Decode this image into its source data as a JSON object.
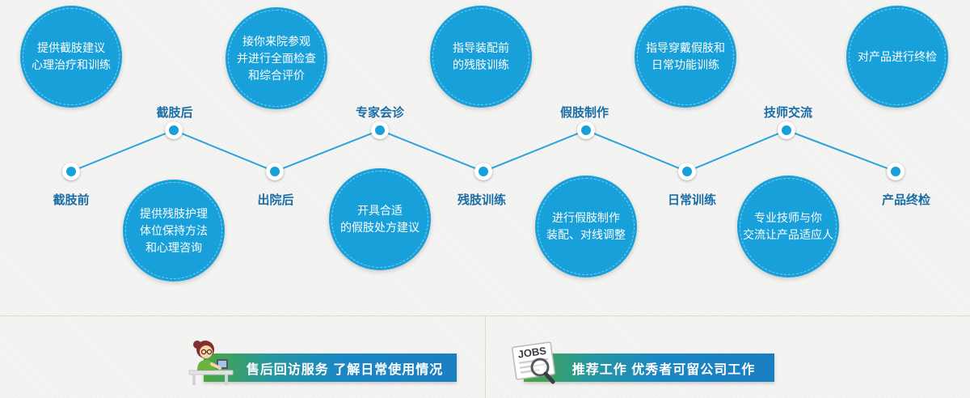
{
  "palette": {
    "bubble_blue": "#17a0da",
    "line_blue": "#2aa3db",
    "label_blue": "#1a6da6",
    "banner_green": "#4ca63e",
    "banner_blue": "#1a7fc1",
    "background": "#f4f4f2"
  },
  "stages": [
    {
      "label": "截肢前",
      "bubble_lines": [
        "提供截肢建议",
        "心理治疗和训练"
      ]
    },
    {
      "label": "截肢后",
      "bubble_lines": [
        "提供残肢护理",
        "体位保持方法",
        "和心理咨询"
      ]
    },
    {
      "label": "出院后",
      "bubble_lines": [
        "接你来院参观",
        "并进行全面检查",
        "和综合评价"
      ]
    },
    {
      "label": "专家会诊",
      "bubble_lines": [
        "开具合适",
        "的假肢处方建议"
      ]
    },
    {
      "label": "残肢训练",
      "bubble_lines": [
        "指导装配前",
        "的残肢训练"
      ]
    },
    {
      "label": "假肢制作",
      "bubble_lines": [
        "进行假肢制作",
        "装配、对线调整"
      ]
    },
    {
      "label": "日常训练",
      "bubble_lines": [
        "指导穿戴假肢和",
        "日常功能训练"
      ]
    },
    {
      "label": "技师交流",
      "bubble_lines": [
        "专业技师与你",
        "交流让产品适应人"
      ]
    },
    {
      "label": "产品终检",
      "bubble_lines": [
        "对产品进行终检"
      ]
    }
  ],
  "footer": {
    "after_sales": {
      "label": "售后回访服务 了解日常使用情况"
    },
    "jobs": {
      "label": "推荐工作 优秀者可留公司工作",
      "icon_text": "JOBS"
    }
  }
}
